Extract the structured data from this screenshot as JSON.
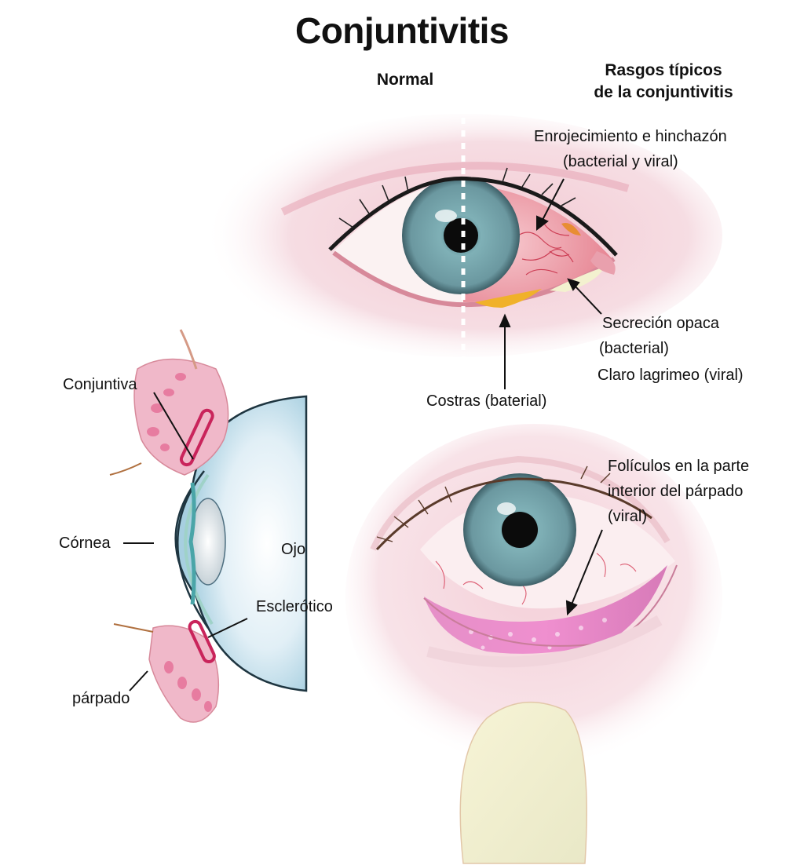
{
  "title": "Conjuntivitis",
  "headers": {
    "normal": "Normal",
    "typical_line1": "Rasgos típicos",
    "typical_line2": "de la conjuntivitis"
  },
  "top_eye_labels": {
    "redness_line1": "Enrojecimiento e hinchazón",
    "redness_line2": "(bacterial y viral)",
    "discharge_line1": "Secreción opaca",
    "discharge_line2": "(bacterial)",
    "discharge_line3": "Claro lagrimeo (viral)",
    "crusts": "Costras (baterial)"
  },
  "bottom_eye_labels": {
    "follicles_line1": "Folículos en la parte",
    "follicles_line2": "interior del párpado",
    "follicles_line3": "(viral)"
  },
  "cross_section_labels": {
    "conjunctiva": "Conjuntiva",
    "cornea": "Córnea",
    "eye": "Ojo",
    "sclera": "Esclerótico",
    "eyelid": "párpado"
  },
  "colors": {
    "skin_pink": "#f2c6cf",
    "inflamed_red": "#d9465f",
    "iris_blue": "#6f9ea6",
    "pupil": "#0b0b0b",
    "crust_yellow": "#f0b12a",
    "follicle_pink": "#e584c6",
    "eyeball_blue": "#cfe6f0"
  }
}
